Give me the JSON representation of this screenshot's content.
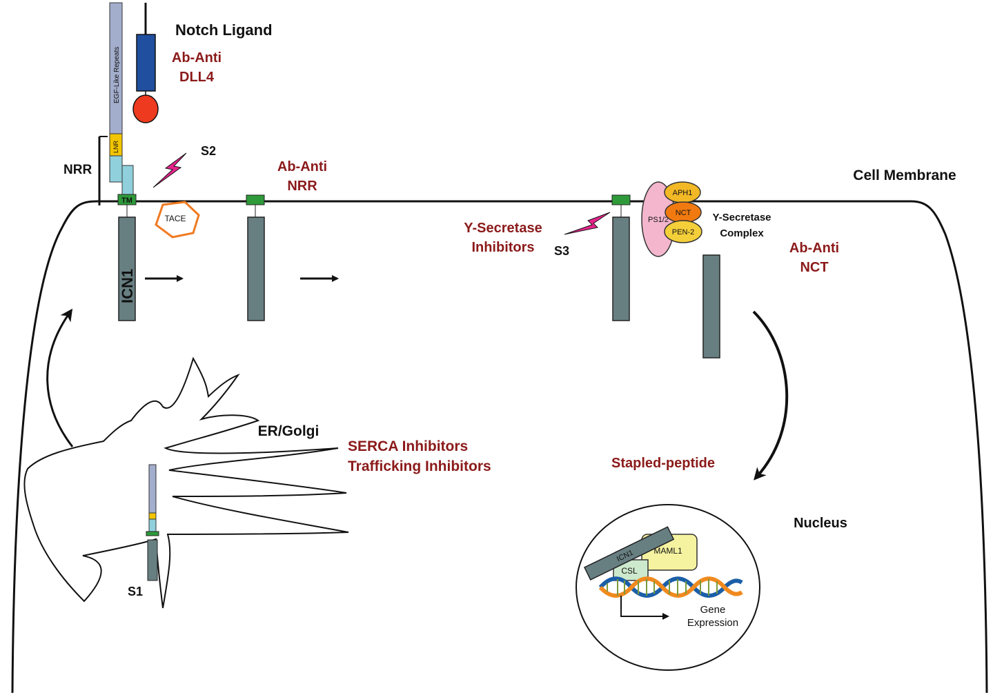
{
  "labels": {
    "notch_ligand": "Notch Ligand",
    "ab_anti_dll4_1": "Ab-Anti",
    "ab_anti_dll4_2": "DLL4",
    "egf_repeats": "EGF-Like Repeats",
    "lnr": "LNR",
    "nrr": "NRR",
    "tm": "TM",
    "s2": "S2",
    "tace": "TACE",
    "ab_anti_nrr_1": "Ab-Anti",
    "ab_anti_nrr_2": "NRR",
    "cell_membrane": "Cell Membrane",
    "icn1": "ICN1",
    "gs_inhib_1": "Y-Secretase",
    "gs_inhib_2": "Inhibitors",
    "s3": "S3",
    "ps12": "PS1/2",
    "aph1": "APH1",
    "nct": "NCT",
    "pen2": "PEN-2",
    "gs_complex_1": "Y-Secretase",
    "gs_complex_2": "Complex",
    "ab_anti_nct_1": "Ab-Anti",
    "ab_anti_nct_2": "NCT",
    "er_golgi": "ER/Golgi",
    "serca": "SERCA Inhibitors",
    "trafficking": "Trafficking Inhibitors",
    "s1": "S1",
    "stapled": "Stapled-peptide",
    "nucleus": "Nucleus",
    "icn1_small": "ICN1",
    "maml1": "MAML1",
    "csl": "CSL",
    "gene_1": "Gene",
    "gene_2": "Expression"
  },
  "colors": {
    "egf": "#a3adcc",
    "lnr": "#f2c500",
    "nrr": "#8fd0dc",
    "tm": "#2e9a3a",
    "icn": "#687f82",
    "ligand": "#1f4f9e",
    "ligand_head": "#ee3a1e",
    "lightning": "#e6248c",
    "tace": "#f07a20",
    "ps": "#f3b6cd",
    "aph1": "#f2b826",
    "nct": "#f07a10",
    "pen2": "#f5cf3a",
    "maml1": "#f5f3a0",
    "csl": "#cde9cd",
    "red_text": "#8b1a1a"
  }
}
